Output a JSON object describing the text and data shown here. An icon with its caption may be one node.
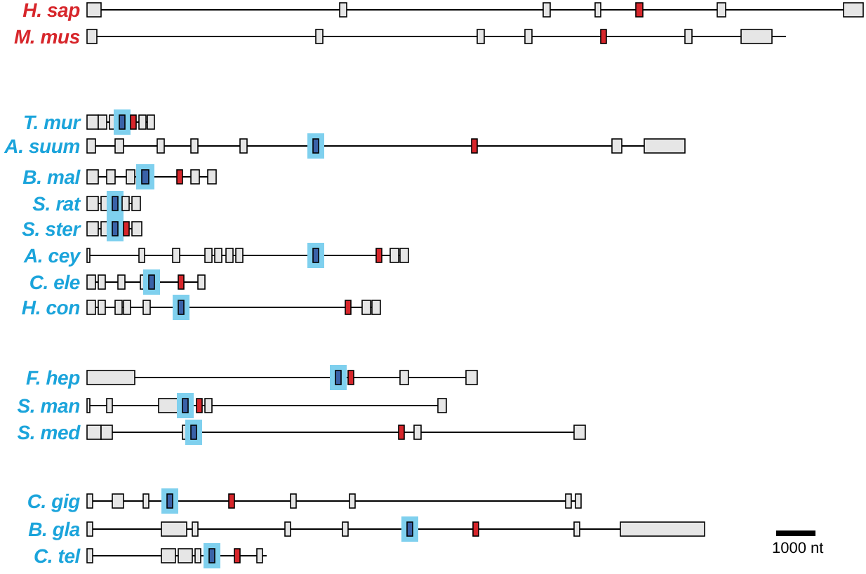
{
  "diagram": {
    "labels": [
      "H. sap",
      "M. mus",
      "T. mur",
      "A. suum",
      "B. mal",
      "S. rat",
      "S. ster",
      "A. cey",
      "C. ele",
      "H. con",
      "F. hep",
      "S. man",
      "S. med",
      "C. gig",
      "B. gla",
      "C. tel",
      "1000 nt"
    ]
  }
}
